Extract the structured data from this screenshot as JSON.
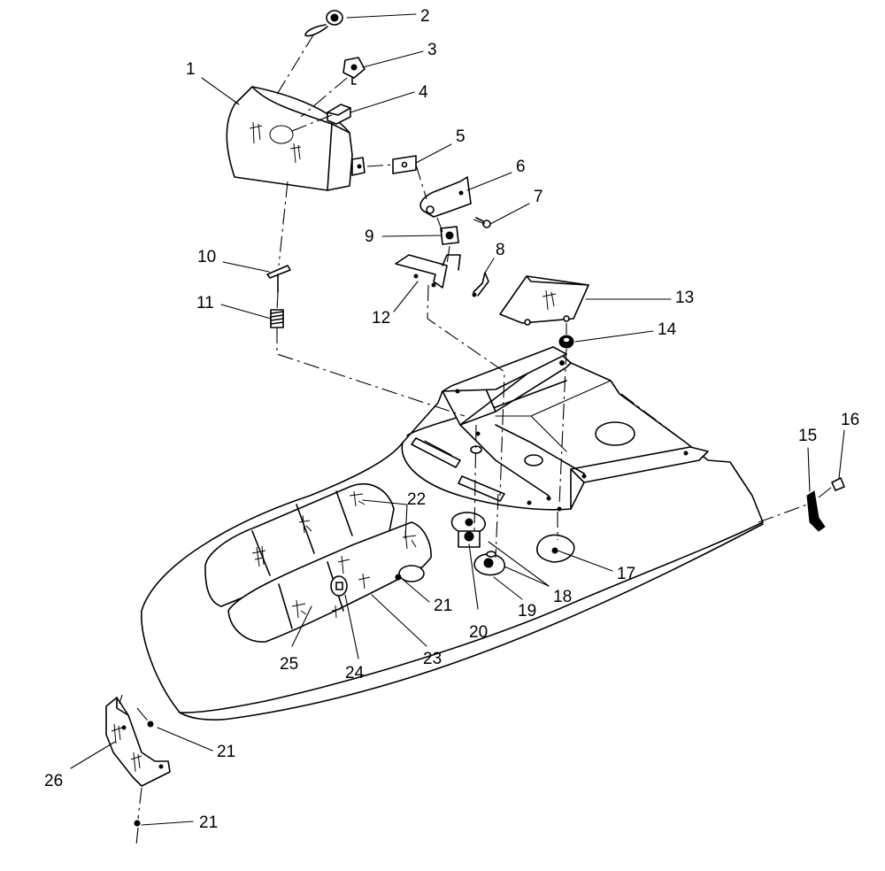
{
  "callouts": [
    {
      "id": "1",
      "label": "1"
    },
    {
      "id": "2",
      "label": "2"
    },
    {
      "id": "3",
      "label": "3"
    },
    {
      "id": "4",
      "label": "4"
    },
    {
      "id": "5",
      "label": "5"
    },
    {
      "id": "6",
      "label": "6"
    },
    {
      "id": "7",
      "label": "7"
    },
    {
      "id": "8",
      "label": "8"
    },
    {
      "id": "9",
      "label": "9"
    },
    {
      "id": "10",
      "label": "10"
    },
    {
      "id": "11",
      "label": "11"
    },
    {
      "id": "12",
      "label": "12"
    },
    {
      "id": "13",
      "label": "13"
    },
    {
      "id": "14",
      "label": "14"
    },
    {
      "id": "15",
      "label": "15"
    },
    {
      "id": "16",
      "label": "16"
    },
    {
      "id": "17",
      "label": "17"
    },
    {
      "id": "18",
      "label": "18"
    },
    {
      "id": "19",
      "label": "19"
    },
    {
      "id": "20",
      "label": "20"
    },
    {
      "id": "21a",
      "label": "21"
    },
    {
      "id": "21b",
      "label": "21"
    },
    {
      "id": "21c",
      "label": "21"
    },
    {
      "id": "22",
      "label": "22"
    },
    {
      "id": "23",
      "label": "23"
    },
    {
      "id": "24",
      "label": "24"
    },
    {
      "id": "25",
      "label": "25"
    },
    {
      "id": "26",
      "label": "26"
    }
  ]
}
